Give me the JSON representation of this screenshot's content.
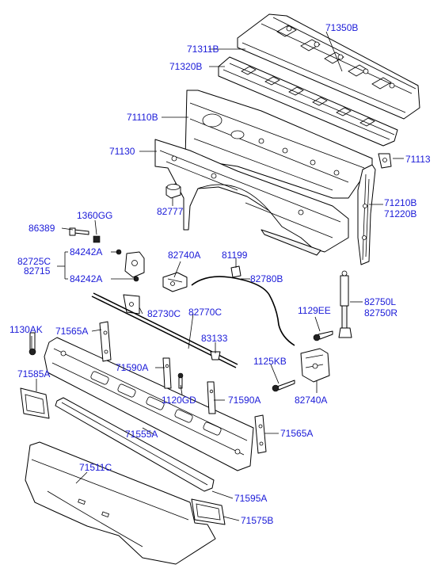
{
  "labels": {
    "p71350B": "71350B",
    "p71311B": "71311B",
    "p71320B": "71320B",
    "p71110B": "71110B",
    "p71130": "71130",
    "p71113": "71113",
    "p71210B": "71210B",
    "p71220B": "71220B",
    "p82777": "82777",
    "p1360GG": "1360GG",
    "p86389": "86389",
    "p84242A_1": "84242A",
    "p84242A_2": "84242A",
    "p82725C": "82725C",
    "p82715": "82715",
    "p82740A_1": "82740A",
    "p81199": "81199",
    "p82780B": "82780B",
    "p82750L": "82750L",
    "p82750R": "82750R",
    "p1129EE": "1129EE",
    "p82730C": "82730C",
    "p82770C": "82770C",
    "p83133": "83133",
    "p1130AK": "1130AK",
    "p71565A_1": "71565A",
    "p71590A_1": "71590A",
    "p1125KB": "1125KB",
    "p71585A": "71585A",
    "p1120GD": "1120GD",
    "p71590A_2": "71590A",
    "p82740A_2": "82740A",
    "p71555A": "71555A",
    "p71565A_2": "71565A",
    "p71511C": "71511C",
    "p71595A": "71595A",
    "p71575B": "71575B"
  },
  "colors": {
    "label": "#1a1ad8",
    "line": "#000000",
    "background": "#ffffff"
  }
}
